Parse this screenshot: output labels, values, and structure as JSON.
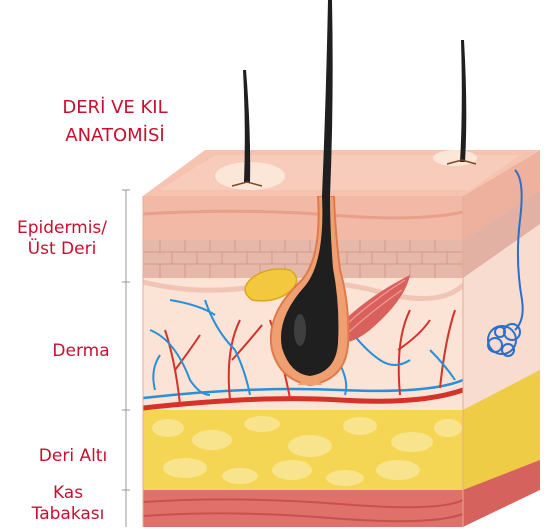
{
  "title": {
    "line1": "DERİ VE KIL",
    "line2": "ANATOMİSİ"
  },
  "layers": [
    {
      "id": "epidermis",
      "line1": "Epidermis/",
      "line2": "Üst Deri"
    },
    {
      "id": "derma",
      "line1": "Derma"
    },
    {
      "id": "subcutis",
      "line1": "Deri Altı"
    },
    {
      "id": "muscle",
      "line1": "Kas",
      "line2": "Tabakası"
    }
  ],
  "colors": {
    "label": "#c8102e",
    "epidermis": "#f2b9a6",
    "stratum": "#e6b8aa",
    "dermis": "#fbe3d6",
    "fat": "#f5d654",
    "muscle": "#e0706a",
    "hair": "#1f1f1f",
    "vein": "#2b8fd6",
    "artery": "#d4332a"
  }
}
